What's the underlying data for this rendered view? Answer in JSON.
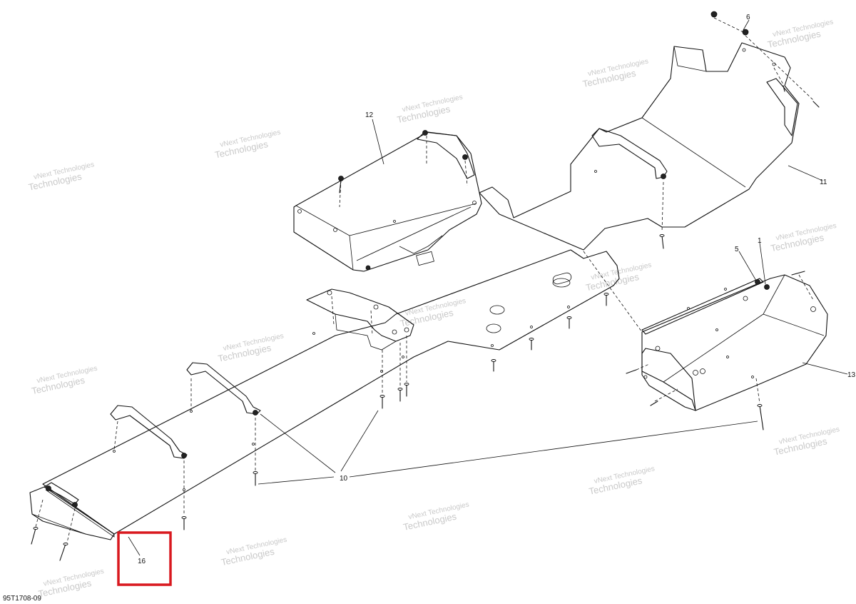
{
  "watermark": {
    "line1": "vNext",
    "line2": "Technologies",
    "line3": "Technologies"
  },
  "callouts": {
    "c1": "1",
    "c5": "5",
    "c6": "6",
    "c10": "10",
    "c11": "11",
    "c12": "12",
    "c13": "13",
    "c16": "16"
  },
  "figure_id": "95T1708-09",
  "highlight_color": "#d9181f"
}
